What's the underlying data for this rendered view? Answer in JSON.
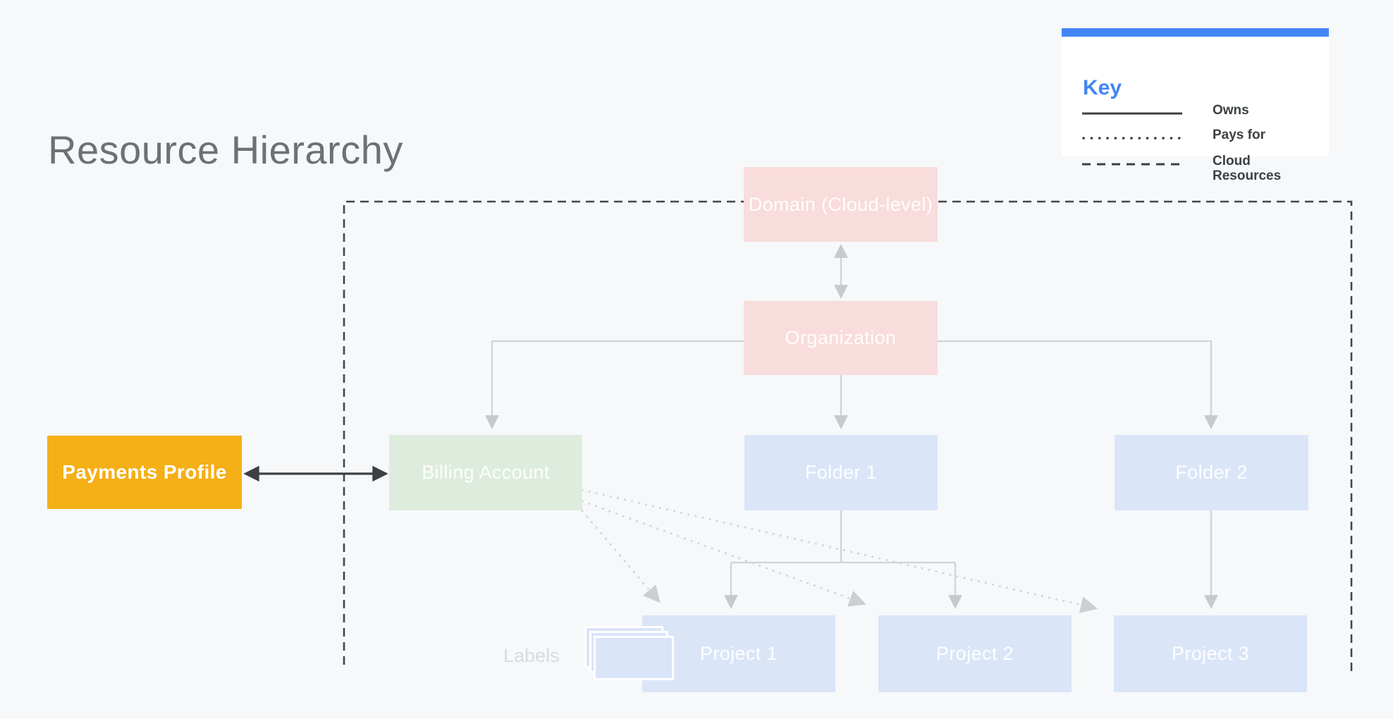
{
  "page": {
    "background_color": "#f6f8fa",
    "title": "Resource Hierarchy"
  },
  "legend": {
    "title": "Key",
    "accent_color": "#4285F4",
    "items": [
      {
        "line_style": "solid",
        "label": "Owns"
      },
      {
        "line_style": "dotted",
        "label": "Pays for"
      },
      {
        "line_style": "dashed",
        "label": "Cloud Resources"
      }
    ]
  },
  "nodes": {
    "domain": {
      "label": "Domain (Cloud-level)",
      "fill": "#f9dcdc"
    },
    "organization": {
      "label": "Organization",
      "fill": "#f9dcdc"
    },
    "payments_profile": {
      "label": "Payments Profile",
      "fill": "#F5AF17"
    },
    "billing_account": {
      "label": "Billing Account",
      "fill": "#deecdd"
    },
    "folder_1": {
      "label": "Folder 1",
      "fill": "#dbe5f8"
    },
    "folder_2": {
      "label": "Folder 2",
      "fill": "#dbe5f8"
    },
    "project_1": {
      "label": "Project 1",
      "fill": "#dbe5f8"
    },
    "project_2": {
      "label": "Project 2",
      "fill": "#dbe5f8"
    },
    "project_3": {
      "label": "Project 3",
      "fill": "#dbe5f8"
    }
  },
  "annotations": {
    "labels_caption": "Labels"
  },
  "edges": [
    {
      "from": "domain",
      "to": "organization",
      "style": "solid",
      "arrows": "both"
    },
    {
      "from": "organization",
      "to": "billing_account",
      "style": "solid",
      "arrows": "end"
    },
    {
      "from": "organization",
      "to": "folder_1",
      "style": "solid",
      "arrows": "end"
    },
    {
      "from": "organization",
      "to": "folder_2",
      "style": "solid",
      "arrows": "end"
    },
    {
      "from": "folder_1",
      "to": "project_1",
      "style": "solid",
      "arrows": "end"
    },
    {
      "from": "folder_1",
      "to": "project_2",
      "style": "solid",
      "arrows": "end"
    },
    {
      "from": "folder_2",
      "to": "project_3",
      "style": "solid",
      "arrows": "end"
    },
    {
      "from": "payments_profile",
      "to": "billing_account",
      "style": "solid-dark",
      "arrows": "both"
    },
    {
      "from": "billing_account",
      "to": "project_1",
      "style": "dotted",
      "arrows": "end"
    },
    {
      "from": "billing_account",
      "to": "project_2",
      "style": "dotted",
      "arrows": "end"
    },
    {
      "from": "billing_account",
      "to": "project_3",
      "style": "dotted",
      "arrows": "end"
    }
  ],
  "colors": {
    "connector_gray": "#d0d3d7",
    "connector_arrowhead": "#c6c9cd",
    "dark_arrow": "#3c4043",
    "dashed_boundary": "#43474a",
    "dotted_line": "#d3d6da",
    "title_text": "#6d7175",
    "legend_text": "#3c4043",
    "labels_caption_text": "#d9dbdf"
  }
}
